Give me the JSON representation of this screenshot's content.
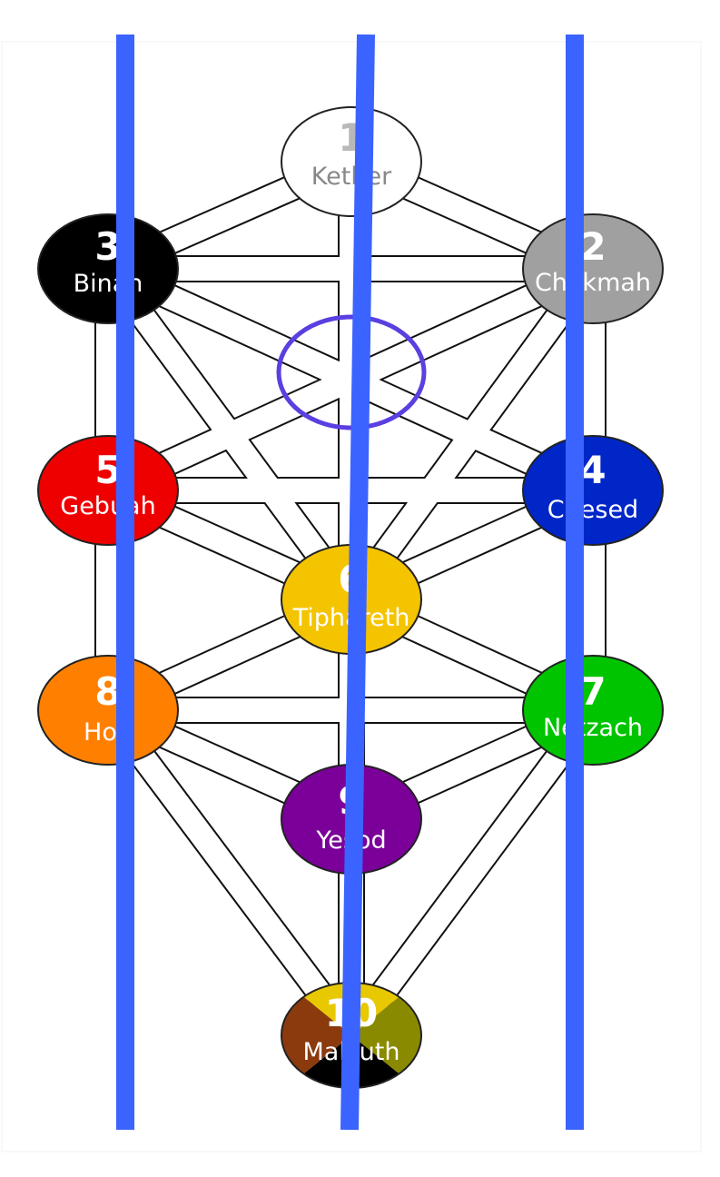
{
  "diagram": {
    "sephirot": [
      {
        "id": "kether",
        "number": "1",
        "name": "Kether",
        "fill": "#ffffff",
        "number_color": "#b8b8b8",
        "label_color": "#888888"
      },
      {
        "id": "chokmah",
        "number": "2",
        "name": "Chokmah",
        "fill": "#a0a0a0",
        "number_color": "#ffffff",
        "label_color": "#ffffff"
      },
      {
        "id": "binah",
        "number": "3",
        "name": "Binah",
        "fill": "#000000",
        "number_color": "#ffffff",
        "label_color": "#ffffff"
      },
      {
        "id": "chesed",
        "number": "4",
        "name": "Chesed",
        "fill": "#0026c8",
        "number_color": "#ffffff",
        "label_color": "#ffffff"
      },
      {
        "id": "gebuah",
        "number": "5",
        "name": "Gebuah",
        "fill": "#ee0000",
        "number_color": "#ffffff",
        "label_color": "#ffffff"
      },
      {
        "id": "tiphareth",
        "number": "6",
        "name": "Tiphareth",
        "fill": "#f5c400",
        "number_color": "#ffffff",
        "label_color": "#ffffff"
      },
      {
        "id": "netzach",
        "number": "7",
        "name": "Netzach",
        "fill": "#00c400",
        "number_color": "#ffffff",
        "label_color": "#ffffff"
      },
      {
        "id": "hod",
        "number": "8",
        "name": "Hod",
        "fill": "#ff8000",
        "number_color": "#ffffff",
        "label_color": "#ffffff"
      },
      {
        "id": "yesod",
        "number": "9",
        "name": "Yesod",
        "fill": "#7a0099",
        "number_color": "#ffffff",
        "label_color": "#ffffff"
      },
      {
        "id": "malkuth",
        "number": "10",
        "name": "Malkuth",
        "fill": "quartered",
        "number_color": "#ffffff",
        "label_color": "#ffffff"
      }
    ],
    "paths": [
      [
        "kether",
        "chokmah"
      ],
      [
        "kether",
        "binah"
      ],
      [
        "kether",
        "tiphareth"
      ],
      [
        "chokmah",
        "binah"
      ],
      [
        "chokmah",
        "chesed"
      ],
      [
        "chokmah",
        "tiphareth"
      ],
      [
        "chokmah",
        "gebuah"
      ],
      [
        "binah",
        "gebuah"
      ],
      [
        "binah",
        "tiphareth"
      ],
      [
        "binah",
        "chesed"
      ],
      [
        "chesed",
        "gebuah"
      ],
      [
        "chesed",
        "tiphareth"
      ],
      [
        "chesed",
        "netzach"
      ],
      [
        "gebuah",
        "tiphareth"
      ],
      [
        "gebuah",
        "hod"
      ],
      [
        "tiphareth",
        "netzach"
      ],
      [
        "tiphareth",
        "hod"
      ],
      [
        "tiphareth",
        "yesod"
      ],
      [
        "netzach",
        "hod"
      ],
      [
        "netzach",
        "yesod"
      ],
      [
        "netzach",
        "malkuth"
      ],
      [
        "hod",
        "yesod"
      ],
      [
        "hod",
        "malkuth"
      ],
      [
        "yesod",
        "malkuth"
      ]
    ],
    "malkuth_quarters": [
      "#e8c800",
      "#8a8a00",
      "#000000",
      "#8b3a0e"
    ],
    "daath_ring_color": "#5b3fe0",
    "overlay_line_color": "#3b63ff"
  }
}
